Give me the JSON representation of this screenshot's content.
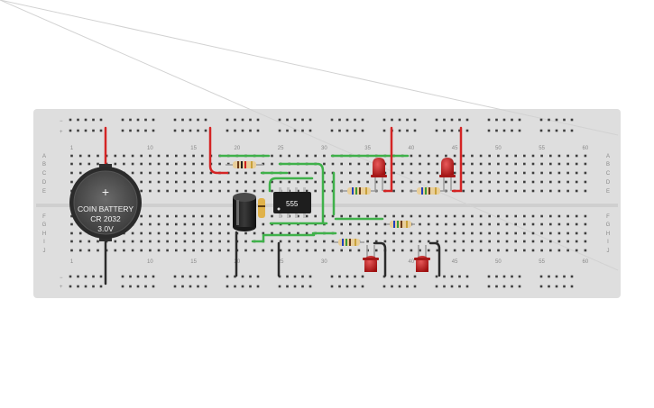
{
  "breadboard": {
    "column_numbers": [
      "1",
      "10",
      "15",
      "20",
      "25",
      "30",
      "35",
      "40",
      "45",
      "50",
      "55",
      "60"
    ],
    "row_letters_top": [
      "A",
      "B",
      "C",
      "D",
      "E"
    ],
    "row_letters_bottom": [
      "F",
      "G",
      "H",
      "I",
      "J"
    ],
    "rail_minus": "−",
    "rail_plus": "+"
  },
  "battery": {
    "plus_symbol": "+",
    "line1": "COIN BATTERY",
    "line2": "CR 2032",
    "line3": "3.0V"
  },
  "chip": {
    "label": "555"
  },
  "colors": {
    "board": "#dedede",
    "hole": "#3d3d3d",
    "wire_green": "#3fb14a",
    "wire_red": "#d42424",
    "wire_black": "#2b2b2b",
    "led_red": "#c81c1c",
    "chip_body": "#1e1e1e",
    "capacitor": "#222222"
  },
  "components": [
    "coin-battery",
    "555-timer-ic",
    "electrolytic-capacitor",
    "ceramic-capacitor",
    "resistor",
    "led-red"
  ]
}
